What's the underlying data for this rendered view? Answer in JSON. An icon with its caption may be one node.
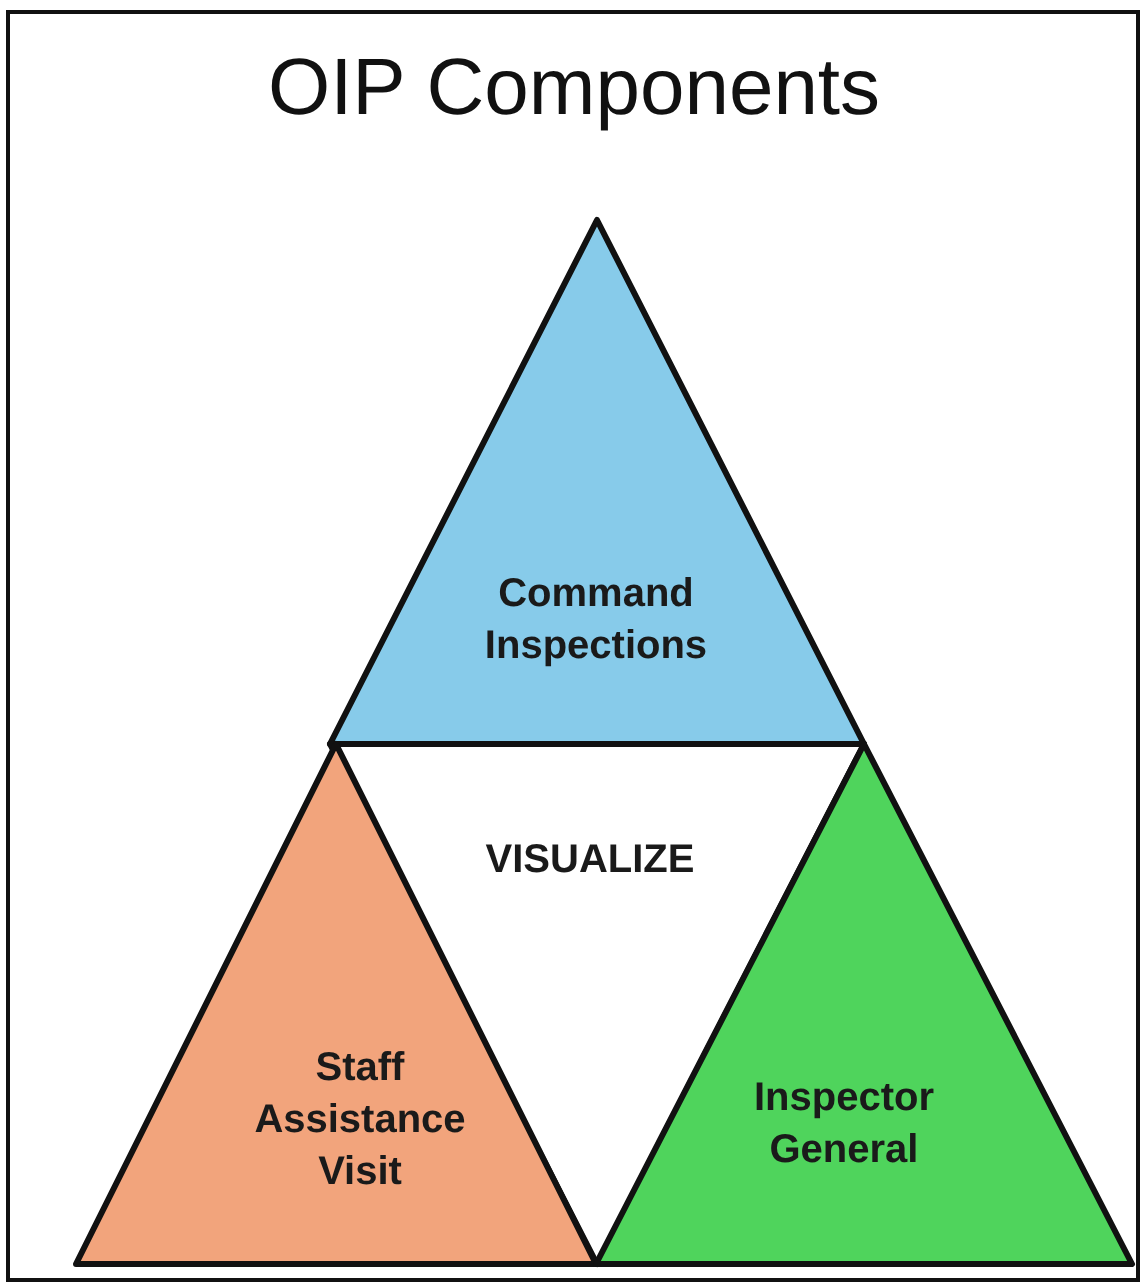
{
  "diagram": {
    "title": "OIP Components",
    "nodes": [
      {
        "text": [
          "Command Inspections"
        ]
      },
      {
        "text": [
          "VISUALIZE"
        ]
      },
      {
        "text": [
          "Staff Assistance Visit"
        ]
      },
      {
        "text": [
          "Inspector General"
        ]
      }
    ],
    "edges": []
  }
}
